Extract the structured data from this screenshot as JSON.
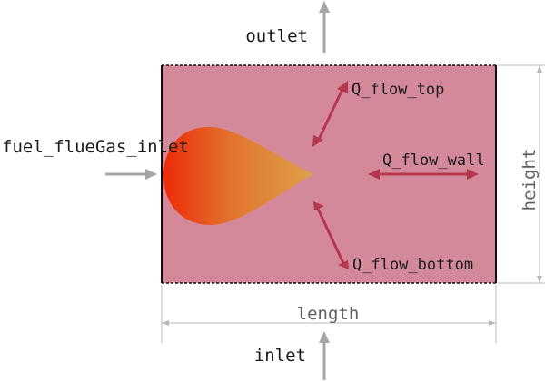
{
  "labels": {
    "outlet": "outlet",
    "fuel_inlet": "fuel_flueGas_inlet",
    "q_top": "Q_flow_top",
    "q_wall": "Q_flow_wall",
    "q_bottom": "Q_flow_bottom",
    "height": "height",
    "length": "length",
    "inlet": "inlet"
  },
  "colors": {
    "chamber_fill": "#d4899a",
    "flux_arrow": "#b5364f",
    "port_arrow": "#a6a6a6",
    "dimension_line": "#b8b8b8",
    "flame_hot": "#ee2a08",
    "flame_mid": "#e2732e",
    "flame_tip": "#dca04a",
    "label_text": "#1a1a1a",
    "dimension_text": "#606060"
  }
}
